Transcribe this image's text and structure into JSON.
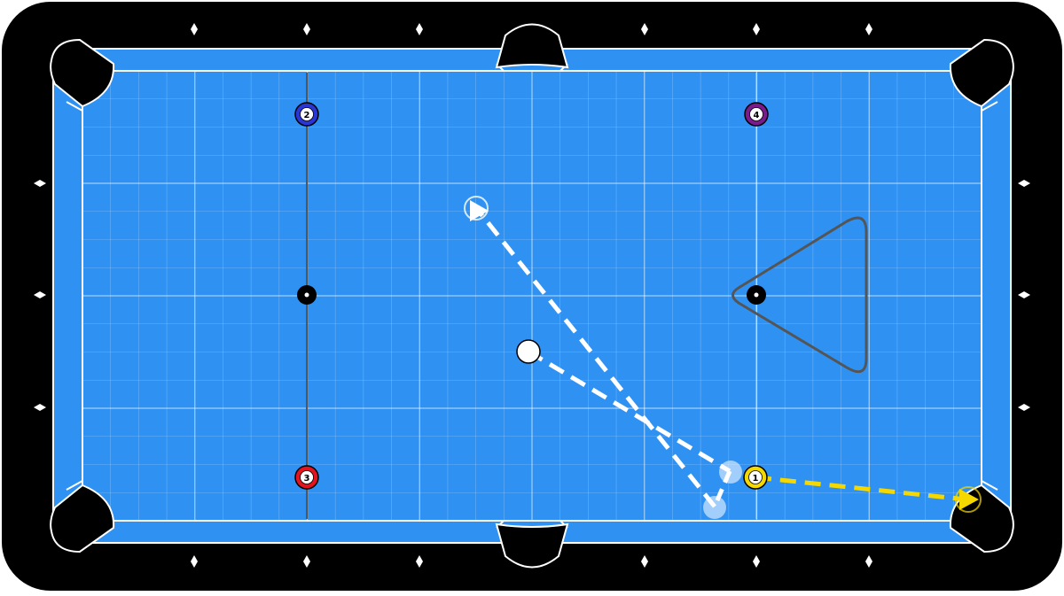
{
  "table": {
    "colors": {
      "frame": "#000000",
      "rail": "#2f92f3",
      "cushion_edge": "#ffffff",
      "felt": "#2f92f3",
      "grid_line": "#ffffff",
      "diamond": "#ffffff",
      "rack_outline": "#555555",
      "guide_line": "#555555"
    }
  },
  "balls": [
    {
      "id": "cue",
      "label": "",
      "color": "#ffffff",
      "kind": "cue"
    },
    {
      "id": "ball-1",
      "label": "1",
      "color": "#f5d800",
      "kind": "solid"
    },
    {
      "id": "ball-2",
      "label": "2",
      "color": "#2b35d6",
      "kind": "solid"
    },
    {
      "id": "ball-3",
      "label": "3",
      "color": "#e3141e",
      "kind": "solid"
    },
    {
      "id": "ball-4",
      "label": "4",
      "color": "#7a1a8c",
      "kind": "solid"
    }
  ],
  "spots": [
    {
      "id": "head-spot"
    },
    {
      "id": "foot-spot"
    }
  ],
  "shot_paths": [
    {
      "id": "cue-path-to-ghost",
      "color": "#ffffff",
      "style": "dashed"
    },
    {
      "id": "cue-path-carom",
      "color": "#ffffff",
      "style": "dashed"
    },
    {
      "id": "object-ball-path",
      "color": "#f5d800",
      "style": "dashed"
    }
  ],
  "ghost_balls": [
    {
      "id": "ghost-contact"
    },
    {
      "id": "ghost-rail"
    }
  ],
  "targets": [
    {
      "id": "cue-final-position",
      "color": "#ffffff"
    },
    {
      "id": "pocket-target",
      "color": "#f5d800"
    }
  ]
}
